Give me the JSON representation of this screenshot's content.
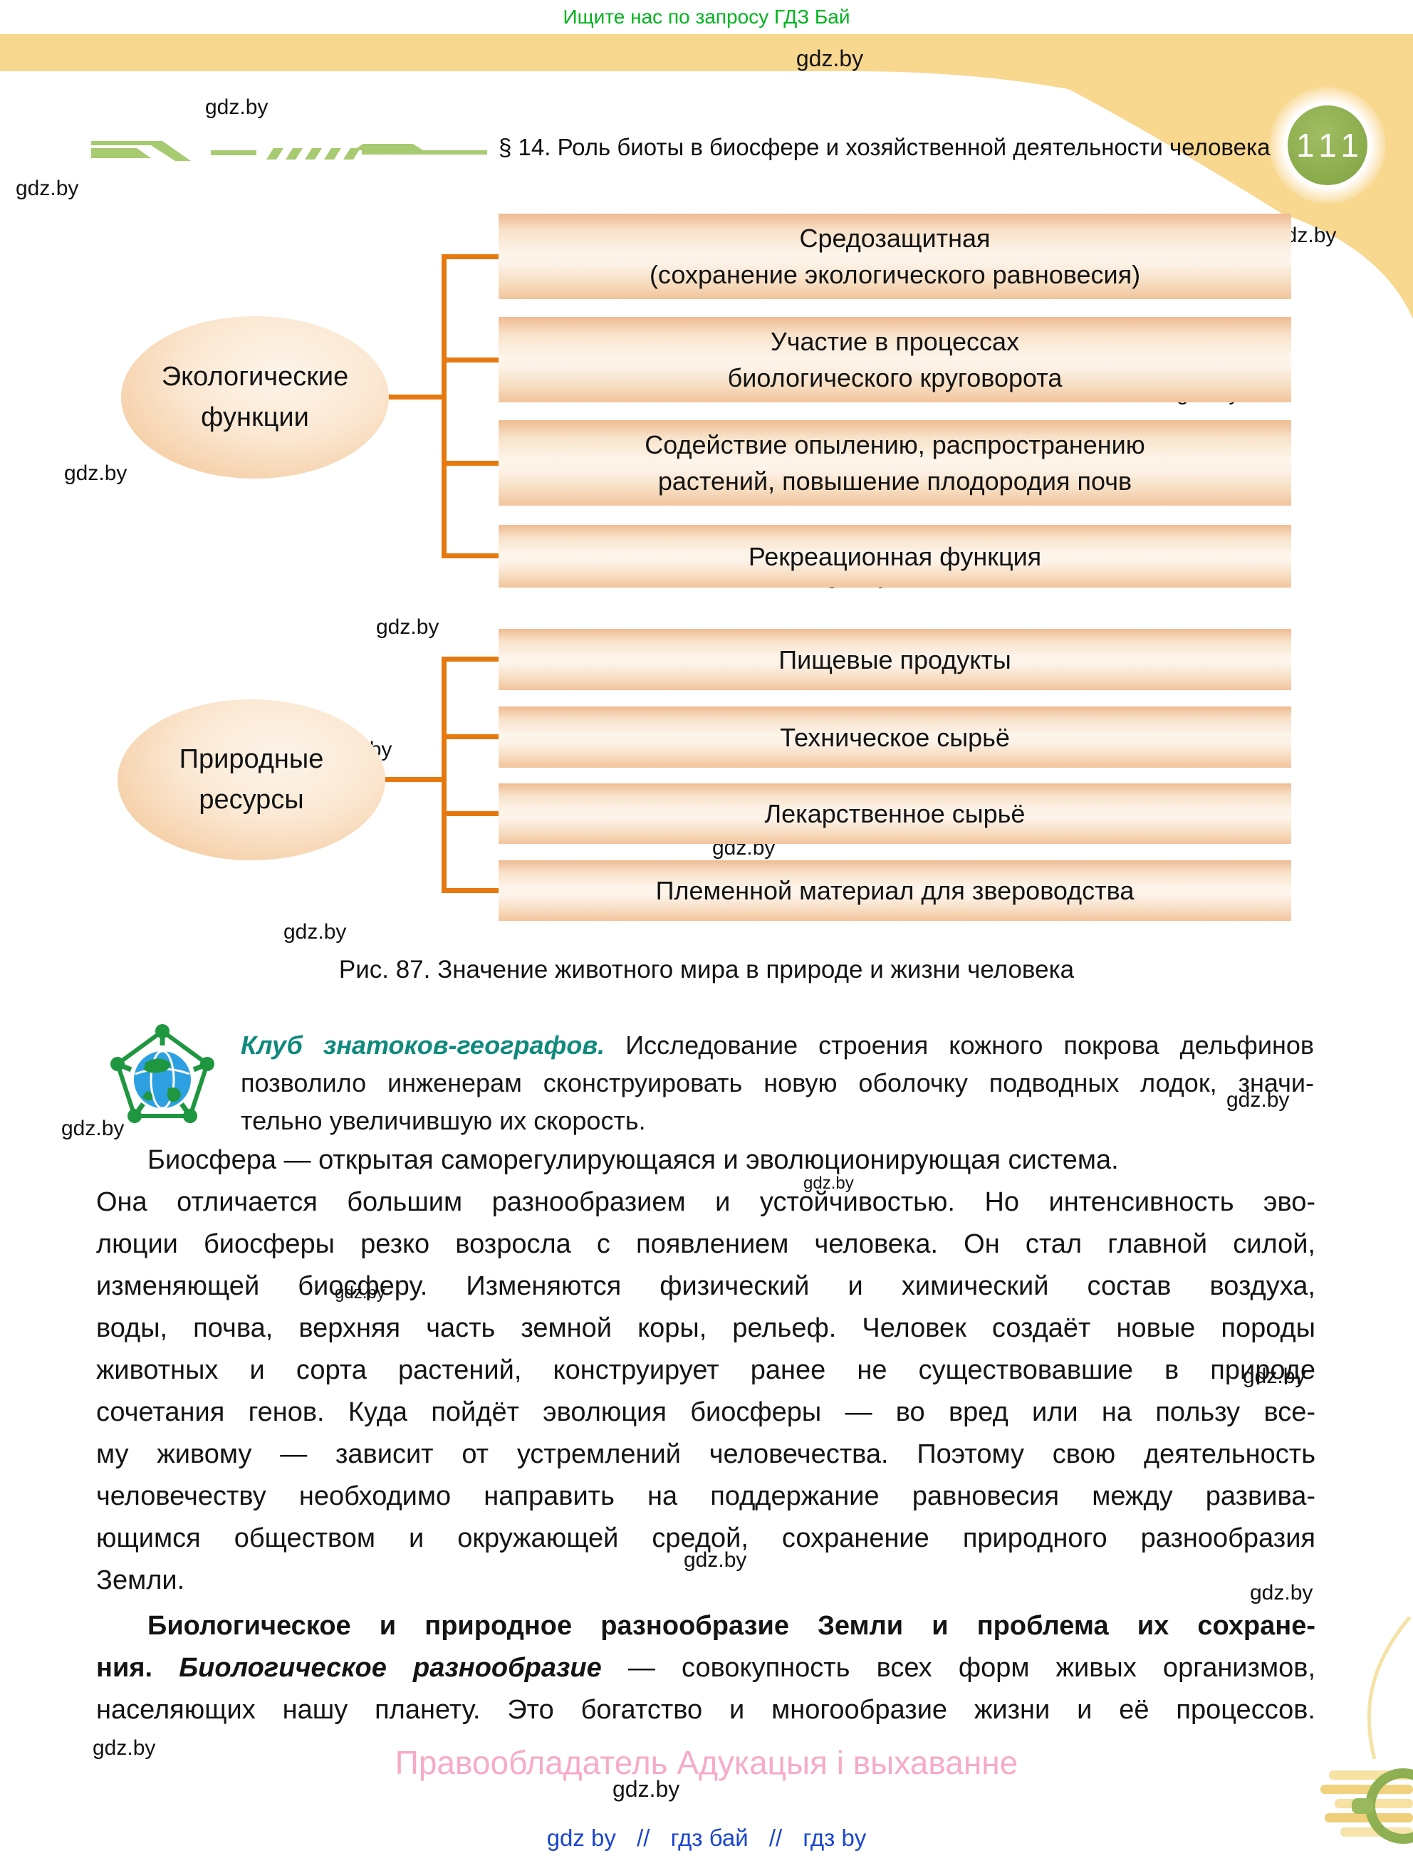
{
  "page": {
    "top_notice": "Ищите нас по запросу ГДЗ Бай",
    "watermark": "gdz.by",
    "page_number": "111",
    "header": "§ 14. Роль биоты в биосфере и хозяйственной деятельности человека"
  },
  "diagram": {
    "caption": "Рис. 87. Значение животного мира в природе и жизни человека",
    "groups": [
      {
        "ellipse": [
          "Экологические",
          "функции"
        ],
        "boxes": [
          [
            "Средозащитная",
            "(сохранение экологического равновесия)"
          ],
          [
            "Участие в процессах",
            "биологического круговорота"
          ],
          [
            "Содействие опылению, распространению",
            "растений, повышение плодородия почв"
          ],
          [
            "Рекреационная функция",
            ""
          ]
        ]
      },
      {
        "ellipse": [
          "Природные",
          "ресурсы"
        ],
        "boxes": [
          [
            "Пищевые продукты",
            ""
          ],
          [
            "Техническое сырьё",
            ""
          ],
          [
            "Лекарственное сырьё",
            ""
          ],
          [
            "Племенной материал для звероводства",
            ""
          ]
        ]
      }
    ]
  },
  "club": {
    "lead": "Клуб знатоков-географов.",
    "lines": [
      "Исследование строения кожного покрова дельфинов",
      "позволило инженерам сконструировать новую оболочку подводных лодок, значи-",
      "тельно увеличившую их скорость."
    ]
  },
  "body": {
    "lines": [
      "Биосфера — открытая саморегулирующаяся и эволюционирующая система.",
      "Она отличается большим разнообразием и устойчивостью. Но интенсивность эво-",
      "люции биосферы резко возросла с появлением человека. Он стал главной силой,",
      "изменяющей биосферу. Изменяются физический и химический состав воздуха,",
      "воды, почва, верхняя часть земной коры, рельеф. Человек создаёт новые породы",
      "животных и сорта растений, конструирует ранее не существовавшие в природе",
      "сочетания генов. Куда пойдёт эволюция биосферы — во вред или на пользу все-",
      "му живому — зависит от устремлений человечества. Поэтому свою деятельность",
      "человечеству необходимо направить на поддержание равновесия между развива-",
      "ющимся обществом и окружающей средой, сохранение природного разнообразия",
      "Земли."
    ]
  },
  "bold_para": {
    "line1": "Биологическое и природное разнообразие Земли и проблема их сохране-",
    "line2_bold": "ния.",
    "line2_bolditalic": "Биологическое разнообразие",
    "line2_rest": "— совокупность всех форм живых организмов,",
    "line3": "населяющих нашу планету. Это богатство и многообразие жизни и её процессов."
  },
  "footer": {
    "rights": "Правообладатель Адукацыя і выхаванне",
    "links": [
      "gdz by",
      "гдз бай",
      "гдз by"
    ],
    "separator": "//"
  },
  "colors": {
    "band_yellow": "#f8d78f",
    "badge_green": "#8cab4f",
    "ornament_green": "#a8ca70",
    "top_green": "#00b41e",
    "club_teal": "#0f8a7d",
    "connector_orange": "#e5790f",
    "rights_pink": "#f6abc8",
    "links_blue": "#1c46cf",
    "box_peach_edge": "#efbc90",
    "box_peach_center": "#fdf4ea"
  }
}
